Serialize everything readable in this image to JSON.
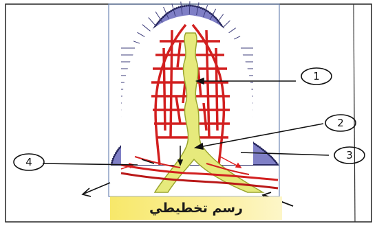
{
  "caption": "رسم تخطيطي",
  "labels": {
    "one": "1",
    "two": "2",
    "three": "3",
    "four": "4"
  },
  "colors": {
    "epithelium": "#7f7fc6",
    "epithelium_dark": "#3b3b7a",
    "blood_vessels": "#d21f1f",
    "lacteal": "#e6ea7c",
    "caption_band": "#f7e86a",
    "arrow_red": "#e02020"
  }
}
